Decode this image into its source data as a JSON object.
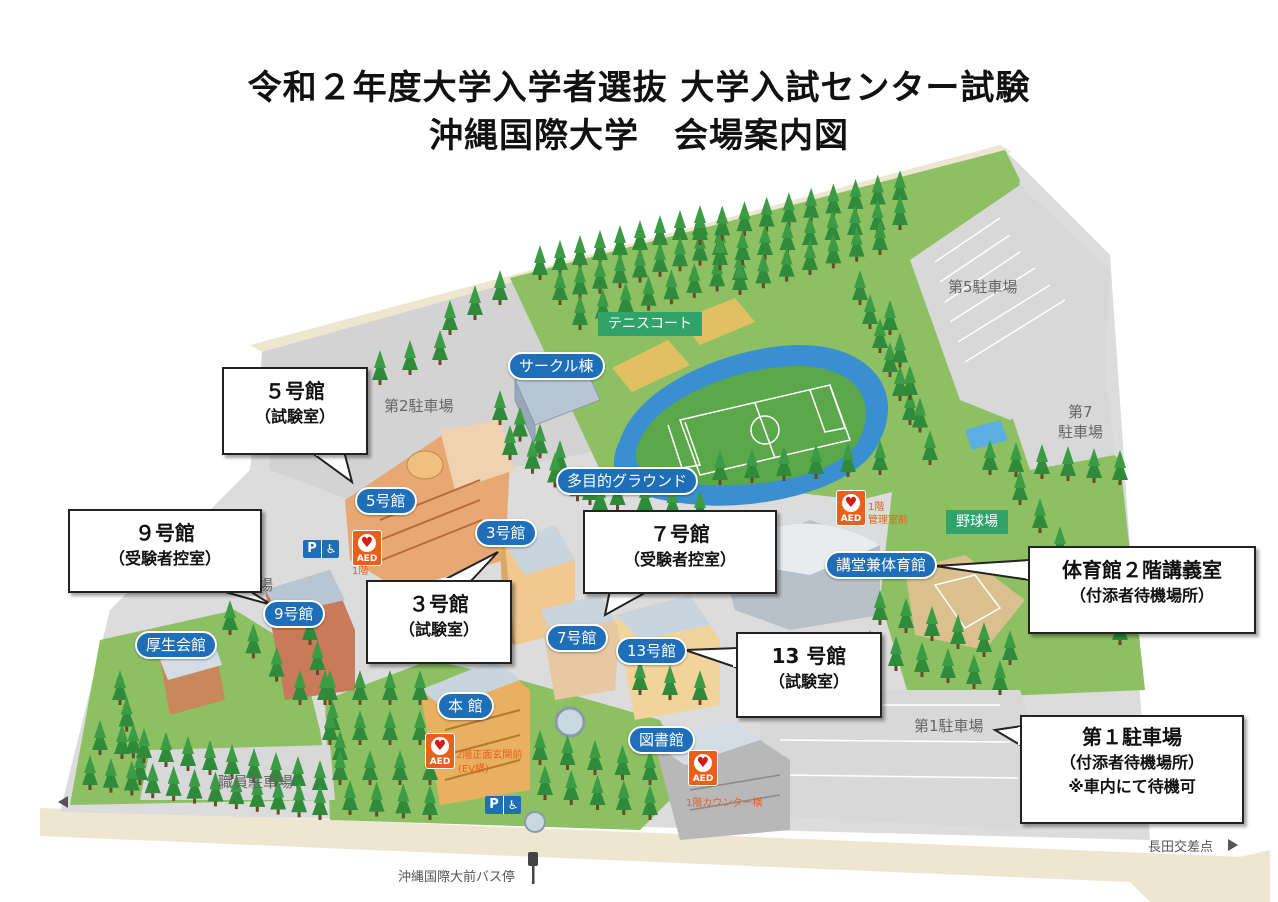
{
  "title": {
    "line1": "令和２年度大学入学者選抜 大学入試センター試験",
    "line2": "沖縄国際大学　会場案内図"
  },
  "buildings": {
    "circle": "サークル棟",
    "b5": "5号館",
    "b3": "3号館",
    "b9": "9号館",
    "kosei": "厚生会館",
    "b7": "7号館",
    "b13": "13号館",
    "main": "本 館",
    "library": "図書館",
    "gym": "講堂兼体育館",
    "ground": "多目的グラウンド"
  },
  "green_labels": {
    "tennis": "テニスコート",
    "baseball": "野球場"
  },
  "parking": {
    "p5": "第5駐車場",
    "p7_line1": "第7",
    "p7_line2": "駐車場",
    "p2": "第2駐車場",
    "p1": "第1駐車場",
    "staff": "職員駐車場",
    "partial_ba": "場"
  },
  "roads": {
    "bus_stop": "沖縄国際大前バス停",
    "intersection": "長田交差点"
  },
  "aed": {
    "label": "AED",
    "gym_note_1": "1階",
    "gym_note_2": "管理室前",
    "main_note_1": "2階正面玄関前",
    "main_note_2": "(EV横)",
    "library_note": "1階カウンター横",
    "b5_note": "1階"
  },
  "parking_sign": {
    "p": "P",
    "wheelchair": "♿"
  },
  "callouts": {
    "b5": {
      "line1": "５号館",
      "line2": "（試験室）"
    },
    "b9": {
      "line1": "９号館",
      "line2": "（受験者控室）"
    },
    "b3": {
      "line1": "３号館",
      "line2": "（試験室）"
    },
    "b7": {
      "line1": "７号館",
      "line2": "（受験者控室）"
    },
    "b13": {
      "line1": "13 号館",
      "line2": "（試験室）"
    },
    "gym": {
      "line1": "体育館２階講義室",
      "line2": "（付添者待機場所）"
    },
    "p1": {
      "line1": "第１駐車場",
      "line2": "（付添者待機場所）",
      "line3": "※車内にて待機可"
    }
  },
  "colors": {
    "building_label_bg": "#1e6fb8",
    "green_label_bg": "#2fa36a",
    "track": "#3a8fd0",
    "field": "#5aa84a",
    "lawn": "#9cc86a",
    "tree": "#2f8a3a",
    "aed": "#e8601c",
    "road": "#efe6d2"
  }
}
